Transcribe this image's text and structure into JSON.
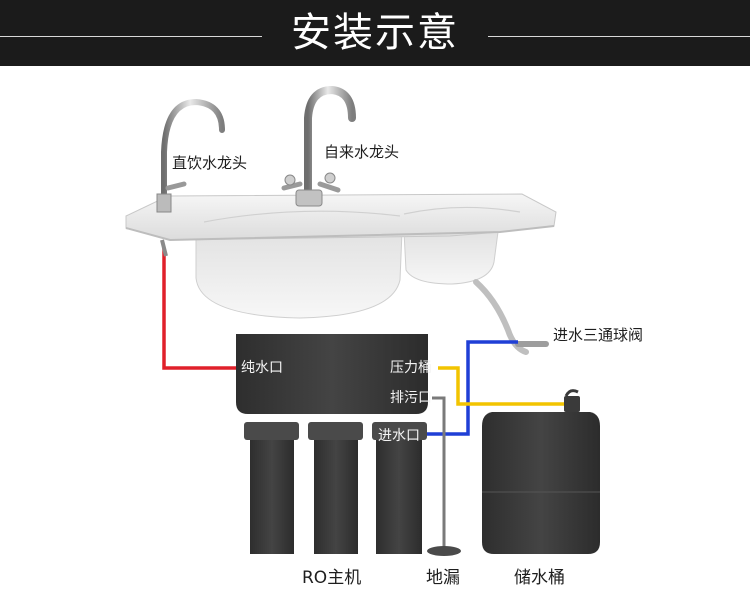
{
  "header": {
    "title": "安装示意"
  },
  "labels": {
    "direct_faucet": "直饮水龙头",
    "tap_faucet": "自来水龙头",
    "inlet_valve": "进水三通球阀",
    "pure_water_port": "纯水口",
    "pressure_tank_port": "压力桶",
    "drain_port": "排污口",
    "inlet_port": "进水口",
    "ro_unit": "RO主机",
    "floor_drain": "地漏",
    "storage_tank": "储水桶"
  },
  "colors": {
    "banner": "#1b1b1b",
    "pure_water_pipe": "#e0202a",
    "inlet_pipe": "#1f3fd6",
    "tank_pipe": "#f2c400",
    "drain_pipe": "#7a7a7a",
    "unit_body": "#3b3b3b"
  }
}
